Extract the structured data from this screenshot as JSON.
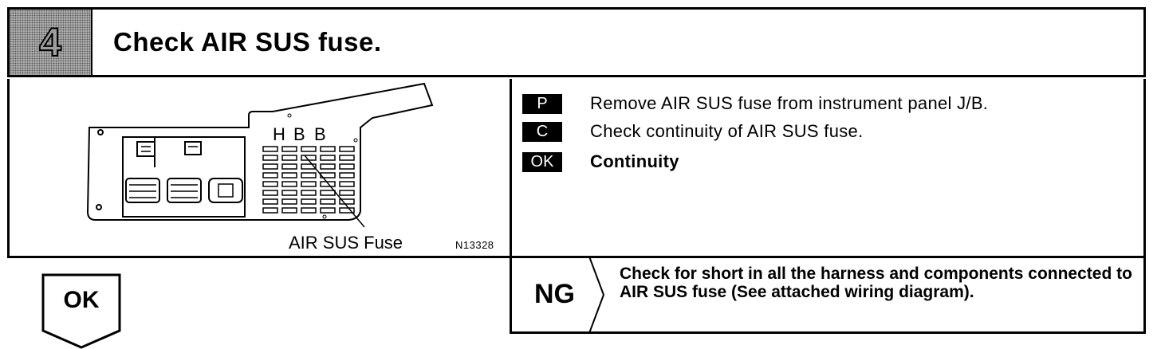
{
  "header": {
    "step_number": "4",
    "title": "Check AIR SUS fuse."
  },
  "diagram": {
    "fuse_label": "AIR SUS Fuse",
    "figure_code": "N13328",
    "relay_letters": [
      "H",
      "B",
      "B"
    ]
  },
  "steps": [
    {
      "badge": "P",
      "text": "Remove AIR SUS fuse from instrument panel J/B.",
      "bold": false
    },
    {
      "badge": "C",
      "text": "Check continuity of AIR SUS fuse.",
      "bold": false
    },
    {
      "badge": "OK",
      "text": "Continuity",
      "bold": true
    }
  ],
  "ng": {
    "label": "NG",
    "text": "Check for short in all the harness and components connected to AIR SUS fuse (See attached wiring diagram)."
  },
  "ok": {
    "label": "OK"
  }
}
